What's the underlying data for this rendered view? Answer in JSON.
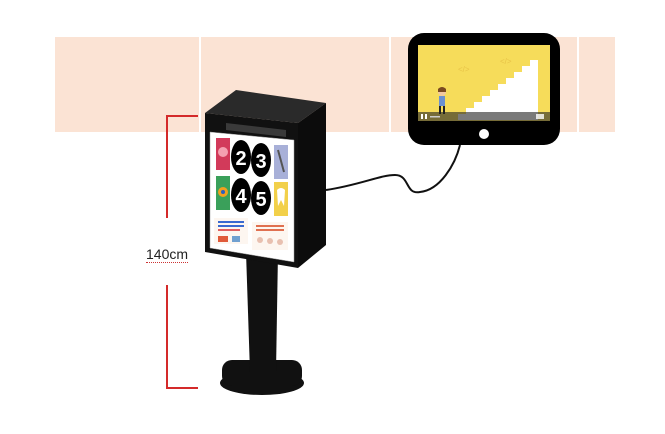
{
  "figure": {
    "height_measure": "140cm",
    "buttons": [
      "2",
      "3",
      "4",
      "5"
    ]
  },
  "colors": {
    "wall_band": "#fbe3d4",
    "measure_line": "#d42a2a",
    "kiosk_body": "#111111",
    "screen_bg": "#f6dc5a",
    "stairs": "#ffffff"
  },
  "icons": [
    "brain-icon",
    "vacuum-icon",
    "eye-icon",
    "tooth-icon",
    "tree-icon",
    "character-icon",
    "play-icon"
  ]
}
